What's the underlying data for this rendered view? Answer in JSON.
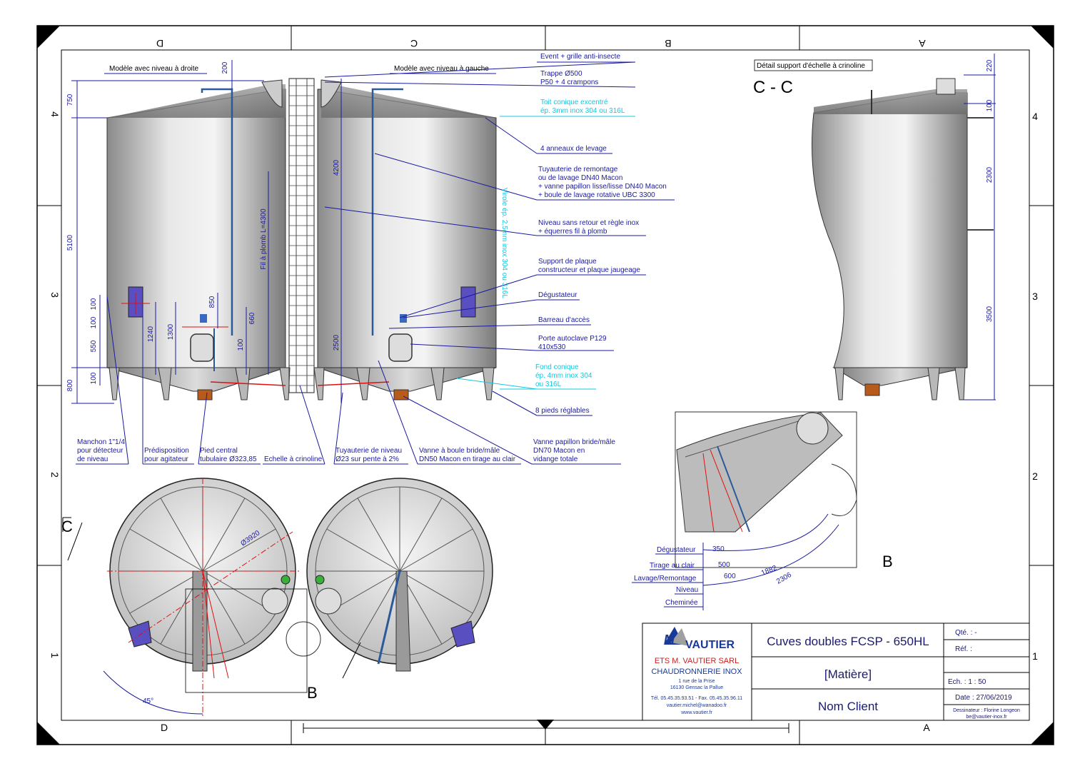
{
  "zone_letters": {
    "top": [
      "D",
      "C",
      "B",
      "A"
    ],
    "bottom_left": "D",
    "bottom_right": "A"
  },
  "zone_numbers": {
    "left": [
      "4",
      "3",
      "2",
      "1"
    ],
    "right": [
      "4",
      "3",
      "2",
      "1"
    ]
  },
  "labels": {
    "model_right": "Modèle avec niveau à droite",
    "model_left": "Modèle avec niveau à gauche",
    "event": "Event + grille anti-insecte",
    "trappe_1": "Trappe Ø500",
    "trappe_2": "P50 + 4 crampons",
    "toit_1": "Toit conique excentré",
    "toit_2": "ép. 3mm inox 304 ou 316L",
    "anneaux": "4 anneaux de levage",
    "tuyau_1": "Tuyauterie de remontage",
    "tuyau_2": "ou de lavage DN40 Macon",
    "tuyau_3": "+ vanne papillon lisse/lisse DN40 Macon",
    "tuyau_4": "+ boule de lavage rotative UBC 3300",
    "niveau_1": "Niveau sans retour et règle inox",
    "niveau_2": "+ équerres fil à plomb",
    "support_1": "Support de plaque",
    "support_2": "constructeur et plaque jaugeage",
    "degustateur": "Dégustateur",
    "barreau": "Barreau d'accès",
    "porte_1": "Porte autoclave P129",
    "porte_2": "410x530",
    "fond_1": "Fond conique",
    "fond_2": "ép. 4mm inox 304",
    "fond_3": "ou 316L",
    "pieds": "8 pieds réglables",
    "virole": "Virole ép. 2,5mm inox 304 ou 316L",
    "fil_plomb": "Fil à plomb L=4300",
    "manchon_1": "Manchon 1\"1/4",
    "manchon_2": "pour détecteur",
    "manchon_3": "de niveau",
    "predispo_1": "Prédisposition",
    "predispo_2": "pour agitateur",
    "pied_central_1": "Pied central",
    "pied_central_2": "tubulaire Ø323,85",
    "echelle": "Echelle à crinoline",
    "tuyau_niveau_1": "Tuyauterie de niveau",
    "tuyau_niveau_2": "Ø23 sur pente à 2%",
    "vanne_boule_1": "Vanne à boule bride/mâle",
    "vanne_boule_2": "DN50 Macon en tirage au clair",
    "vanne_pap_1": "Vanne papillon bride/mâle",
    "vanne_pap_2": "DN70 Macon en",
    "vanne_pap_3": "vidange totale",
    "detail_cc": "Détail support d'échelle à crinoline",
    "section_cc": "C - C",
    "view_b": "B",
    "section_c_mark": "C",
    "view_b_mark": "B",
    "diam": "Ø3920",
    "angle": "45°"
  },
  "dimensions": {
    "left": [
      "750",
      "5100",
      "800",
      "100",
      "100",
      "550",
      "100",
      "1240",
      "1300",
      "850",
      "660",
      "100"
    ],
    "top_200": "200",
    "mid": [
      "4200",
      "2500"
    ],
    "right": [
      "220",
      "100",
      "2300",
      "3500"
    ],
    "detail_b": [
      "350",
      "500",
      "600",
      "1882",
      "2306"
    ]
  },
  "detail_b_labels": [
    "Dégustateur",
    "Tirage au clair",
    "Lavage/Remontage",
    "Niveau",
    "Cheminée"
  ],
  "title_block": {
    "logo": "VAUTIER",
    "logo_m": "M",
    "company": "ETS M. VAUTIER SARL",
    "subtitle": "CHAUDRONNERIE INOX",
    "address_1": "1 rue de la Prise",
    "address_2": "16130 Gensac la Pallue",
    "phone": "Tél. 05.45.35.93.51 - Fax. 05.45.35.96.11",
    "email": "vautier.michel@wanadoo.fr",
    "web": "www.vautier.fr",
    "title": "Cuves doubles FCSP - 650HL",
    "material": "[Matière]",
    "client": "Nom Client",
    "qty": "Qté. :  -",
    "ref": "Réf. :",
    "scale": "Ech. :  1 : 50",
    "date": "Date : 27/06/2019",
    "drafter_1": "Dessinateur : Florine Longeon",
    "drafter_2": "be@vautier-inox.fr"
  },
  "colors": {
    "annotation": "#1a1aa0",
    "cyan_annotation": "#14c8e0",
    "centerline": "#e01010",
    "plate": "#5a4fc0"
  }
}
